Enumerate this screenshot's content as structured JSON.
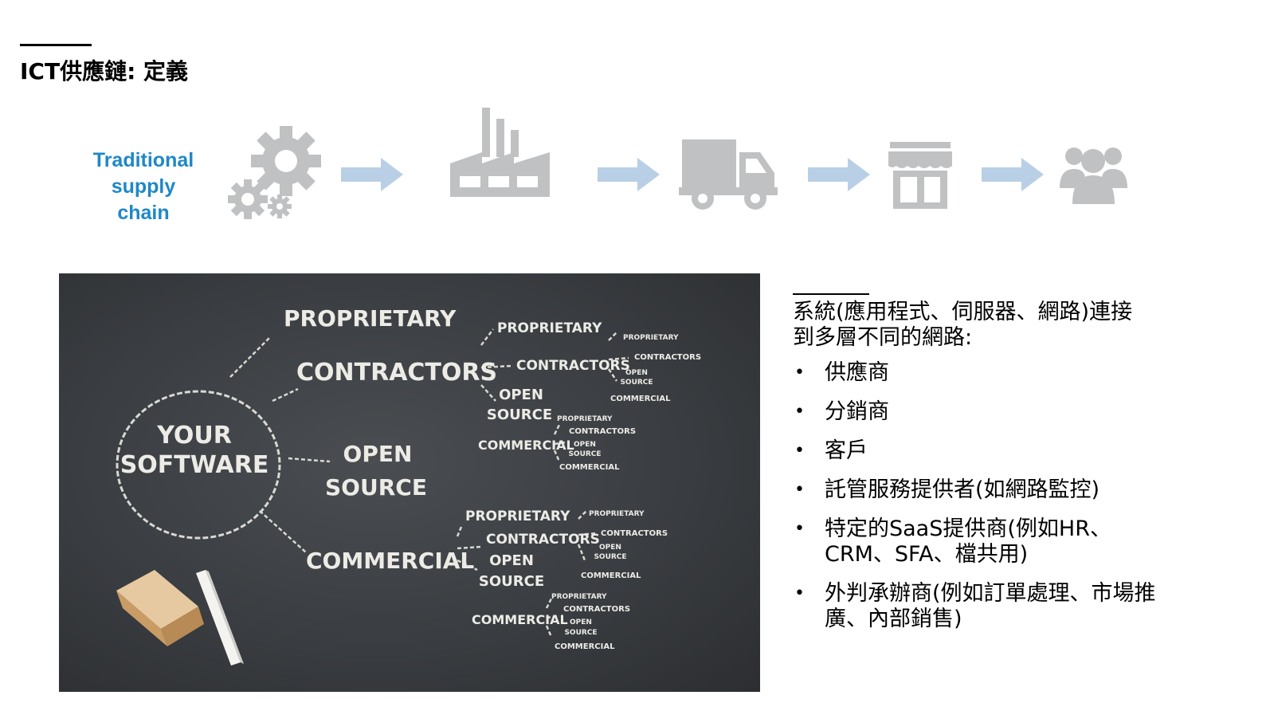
{
  "slide": {
    "title": "ICT供應鏈: 定義"
  },
  "flow": {
    "label_lines": [
      "Traditional",
      "supply",
      "chain"
    ],
    "label_color": "#1e88c8",
    "icon_color": "#bfc1c3",
    "arrow_color": "#b8cfe6",
    "steps": [
      "gears-icon",
      "factory-icon",
      "truck-icon",
      "store-icon",
      "people-icon"
    ]
  },
  "chalkboard": {
    "center": [
      "YOUR",
      "SOFTWARE"
    ],
    "main_branches": {
      "proprietary": "PROPRIETARY",
      "contractors": "CONTRACTORS",
      "open": [
        "OPEN",
        "SOURCE"
      ],
      "commercial": "COMMERCIAL"
    },
    "level2": {
      "proprietary": "PROPRIETARY",
      "contractors": "CONTRACTORS",
      "open": [
        "OPEN",
        "SOURCE"
      ],
      "commercial": "COMMERCIAL"
    },
    "level3": {
      "proprietary": "PROPRIETARY",
      "contractors": "CONTRACTORS",
      "open": [
        "OPEN",
        "SOURCE"
      ],
      "commercial": "COMMERCIAL"
    }
  },
  "body": {
    "intro_lines": [
      "系統(應用程式、伺服器、網路)連接",
      "到多層不同的網路:"
    ],
    "bullets": [
      [
        "供應商"
      ],
      [
        "分銷商"
      ],
      [
        "客戶"
      ],
      [
        "託管服務提供者(如網路監控)"
      ],
      [
        "特定的SaaS提供商(例如HR、",
        "CRM、SFA、檔共用)"
      ],
      [
        "外判承辦商(例如訂單處理、市場推",
        "廣、內部銷售)"
      ]
    ]
  }
}
